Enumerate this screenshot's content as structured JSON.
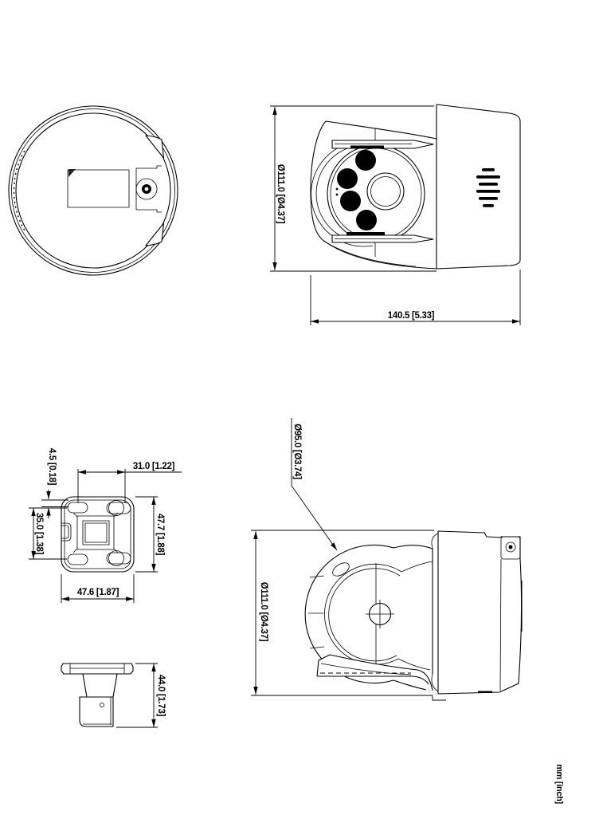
{
  "colors": {
    "ink": "#000000",
    "paper": "#ffffff"
  },
  "units_note": "mm [inch]",
  "front_view": {
    "height_dim": "Ø111.0 [Ø4.37]",
    "width_dim": "140.5 [5.33]"
  },
  "side_view": {
    "head_diameter_dim": "Ø95.0 [Ø3.74]",
    "height_dim": "Ø111.0 [Ø4.37]"
  },
  "bracket_top_view": {
    "slot_offset_dim": "4.5 [0.18]",
    "slot_pitch_horizontal_dim": "31.0 [1.22]",
    "slot_pitch_vertical_dim": "35.0 [1.38]",
    "height_dim": "47.7 [1.88]",
    "width_dim": "47.6 [1.87]"
  },
  "bracket_side_view": {
    "height_dim": "44.0 [1.73]"
  }
}
